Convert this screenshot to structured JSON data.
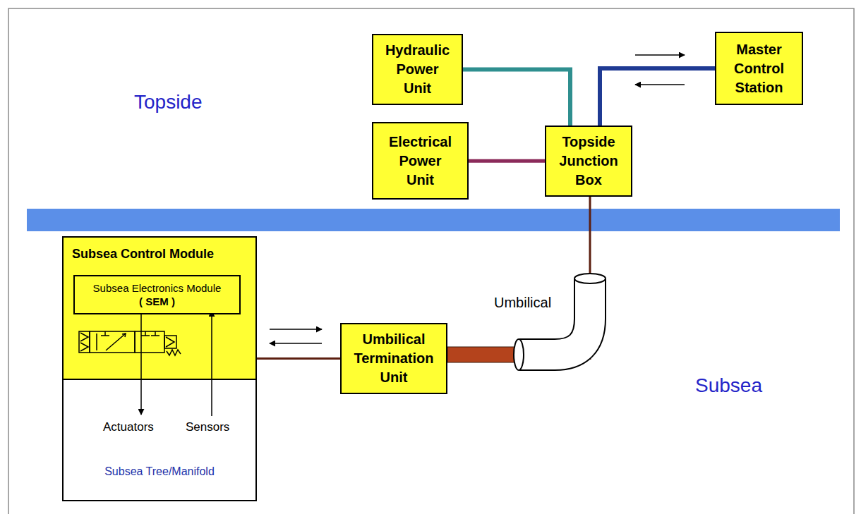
{
  "diagram": {
    "nodes": [
      {
        "text": [
          "Hydraulic Power Unit"
        ]
      },
      {
        "text": [
          "Master Control Station"
        ]
      },
      {
        "text": [
          "Electrical Power Unit"
        ]
      },
      {
        "text": [
          "Topside Junction Box"
        ]
      },
      {
        "text": [
          "Subsea Tree/Manifold"
        ]
      },
      {
        "text": [
          "Subsea Control Module"
        ],
        "in": 4
      },
      {
        "text": [
          "Subsea Electronics Module",
          "( SEM )"
        ],
        "in": 5
      },
      {
        "text": [
          "Umbilical Termination Unit"
        ]
      }
    ],
    "edges": [
      {
        "from": 0,
        "to": 3,
        "arrow": "none"
      },
      {
        "from": 3,
        "to": 1,
        "arrow": "none"
      },
      {
        "from": 2,
        "to": 3,
        "arrow": "none"
      },
      {
        "from": 3,
        "to": 7,
        "arrow": "none"
      },
      {
        "from": 5,
        "to": 7,
        "arrow": "none"
      }
    ],
    "labels": [
      "Topside",
      "Subsea",
      "Umbilical",
      "Actuators",
      "Sensors"
    ]
  }
}
